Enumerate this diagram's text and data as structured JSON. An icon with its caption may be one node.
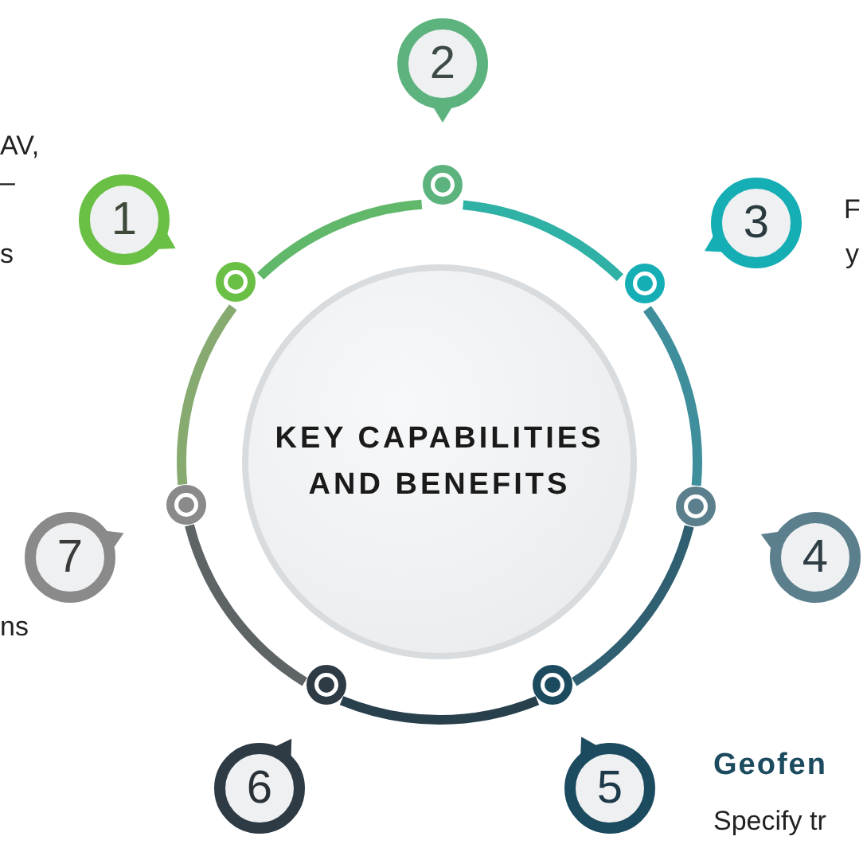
{
  "diagram": {
    "nodes": [
      {
        "text": [
          "KEY CAPABILITIES AND BENEFITS"
        ]
      },
      {
        "text": [
          "1"
        ]
      },
      {
        "text": [
          "2"
        ]
      },
      {
        "text": [
          "3"
        ]
      },
      {
        "text": [
          "4"
        ]
      },
      {
        "text": [
          "5"
        ]
      },
      {
        "text": [
          "6"
        ]
      },
      {
        "text": [
          "7"
        ]
      },
      {
        "text": [],
        "shape": "circle"
      },
      {
        "text": [],
        "shape": "circle"
      },
      {
        "text": [],
        "shape": "circle"
      },
      {
        "text": [],
        "shape": "circle"
      },
      {
        "text": [],
        "shape": "circle"
      },
      {
        "text": [],
        "shape": "circle"
      },
      {
        "text": [],
        "shape": "circle"
      }
    ],
    "edges": [
      {
        "from": 8,
        "to": 9,
        "arrow": "none",
        "color": "#62b86a"
      },
      {
        "from": 9,
        "to": 10,
        "arrow": "none",
        "color": "#2fb1a6"
      },
      {
        "from": 10,
        "to": 11,
        "arrow": "none",
        "color": "#3f8e9c"
      },
      {
        "from": 11,
        "to": 12,
        "arrow": "none",
        "color": "#2f5f70"
      },
      {
        "from": 12,
        "to": 13,
        "arrow": "none",
        "color": "#283f4c"
      },
      {
        "from": 13,
        "to": 14,
        "arrow": "none",
        "color": "#5e6366"
      },
      {
        "from": 14,
        "to": 8,
        "arrow": "none",
        "color": "#86aa70"
      }
    ],
    "labels": [
      "AV,",
      "–",
      "s",
      "F",
      "y",
      "ns",
      "Geofen",
      "Specify tr"
    ]
  }
}
